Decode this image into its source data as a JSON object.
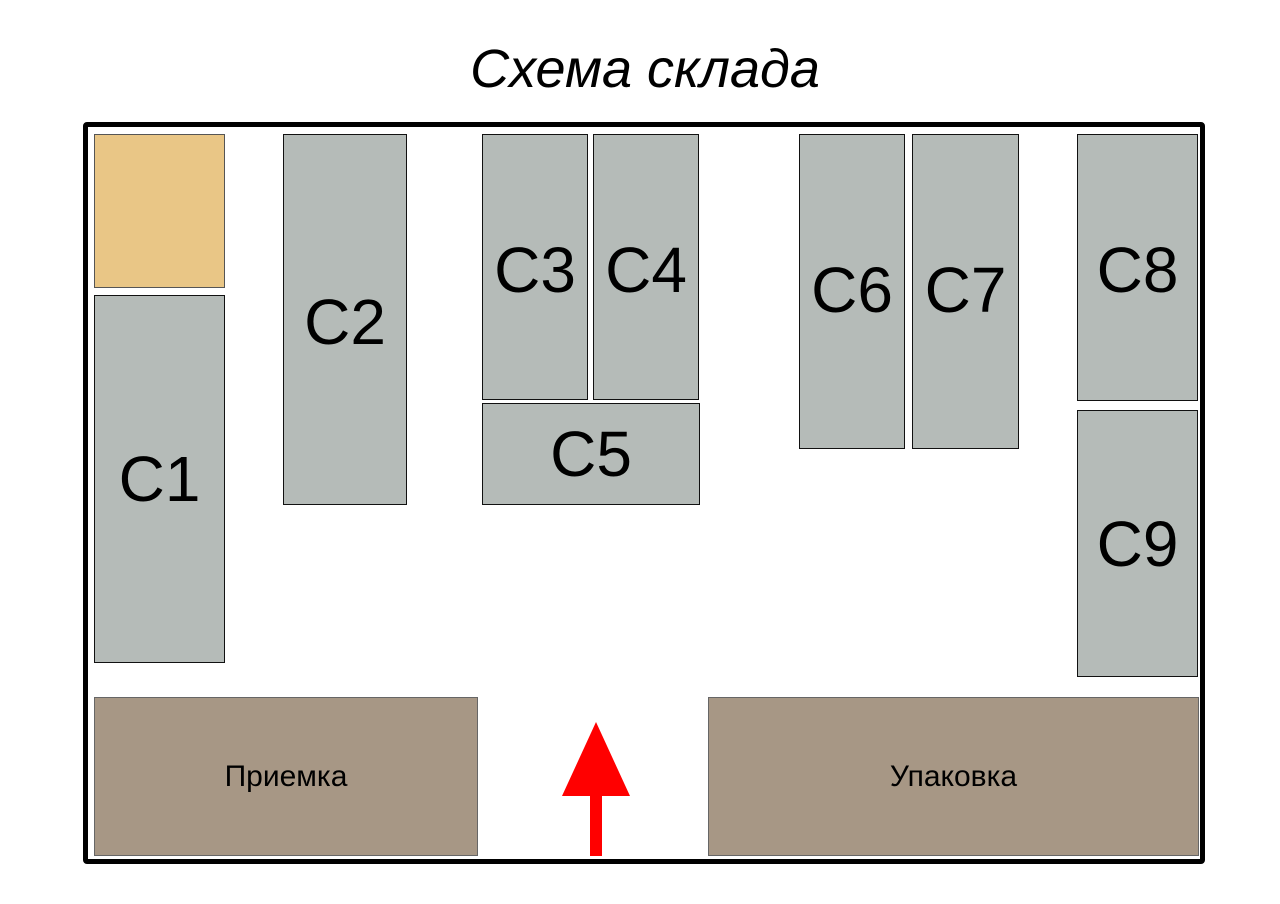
{
  "title": "Схема склада",
  "racks": {
    "c1": "С1",
    "c2": "С2",
    "c3": "С3",
    "c4": "С4",
    "c5": "С5",
    "c6": "С6",
    "c7": "С7",
    "c8": "С8",
    "c9": "С9"
  },
  "zones": {
    "receiving": "Приемка",
    "packing": "Упаковка"
  },
  "colors": {
    "rack": "#b5bbb8",
    "reserved": "#e9c686",
    "zone": "#a79785",
    "arrow": "#ff0000",
    "wall": "#000000"
  },
  "icons": {
    "entrance": "arrow-up-icon"
  }
}
